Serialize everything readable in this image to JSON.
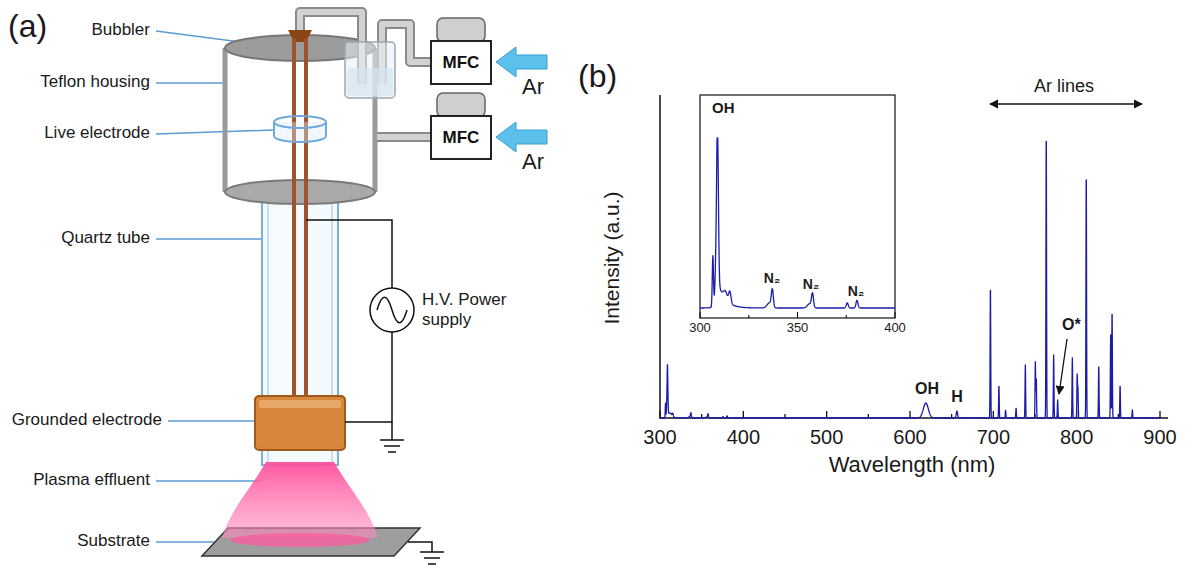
{
  "diagram": {
    "nodes": [
      {
        "text": [
          "MFC"
        ]
      },
      {
        "text": [
          "MFC"
        ]
      }
    ],
    "labels": [
      "(a)",
      "Bubbler",
      "Teflon housing",
      "Live electrode",
      "Quartz tube",
      "H.V. Power supply",
      "Grounded electrode",
      "Plasma effluent",
      "Substrate",
      "Ar",
      "Ar",
      "(b)",
      "Intensity (a.u.)",
      "Ar lines",
      "OH",
      "N₂",
      "N₂",
      "N₂",
      "300",
      "350",
      "400",
      "OH",
      "H",
      "O*",
      "300",
      "400",
      "500",
      "600",
      "700",
      "800",
      "900",
      "Wavelength (nm)"
    ]
  }
}
